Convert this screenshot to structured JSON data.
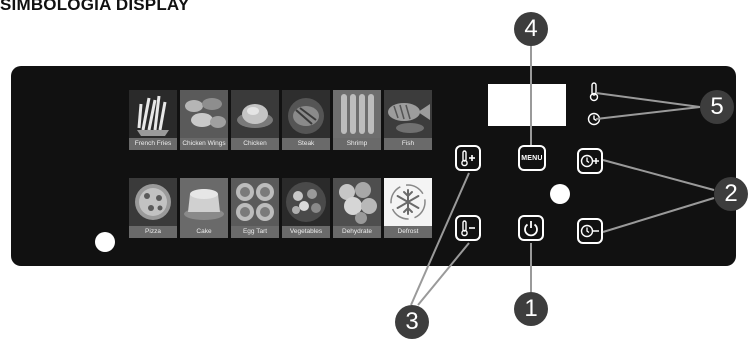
{
  "header": {
    "title": "SIMBOLOGIA DISPLAY"
  },
  "presets_top": [
    {
      "label": "French Fries",
      "icon": "french-fries-icon"
    },
    {
      "label": "Chicken Wings",
      "icon": "chicken-wings-icon"
    },
    {
      "label": "Chicken",
      "icon": "chicken-icon"
    },
    {
      "label": "Steak",
      "icon": "steak-icon"
    },
    {
      "label": "Shrimp",
      "icon": "shrimp-icon"
    },
    {
      "label": "Fish",
      "icon": "fish-icon"
    }
  ],
  "presets_bottom": [
    {
      "label": "Pizza",
      "icon": "pizza-icon"
    },
    {
      "label": "Cake",
      "icon": "cake-icon"
    },
    {
      "label": "Egg Tart",
      "icon": "egg-tart-icon"
    },
    {
      "label": "Vegetables",
      "icon": "vegetables-icon"
    },
    {
      "label": "Dehydrate",
      "icon": "dehydrate-icon"
    },
    {
      "label": "Defrost",
      "icon": "snowflake-icon"
    }
  ],
  "buttons": {
    "menu_label": "MENU",
    "temp_up": "thermometer-plus-icon",
    "temp_down": "thermometer-minus-icon",
    "time_up": "clock-plus-icon",
    "time_down": "clock-minus-icon",
    "power": "power-icon"
  },
  "callouts": {
    "c1": "1",
    "c2": "2",
    "c3": "3",
    "c4": "4",
    "c5": "5"
  },
  "colors": {
    "panel": "#111111",
    "callout": "#3d3d3d",
    "label_bar": "#6a6a6a"
  }
}
